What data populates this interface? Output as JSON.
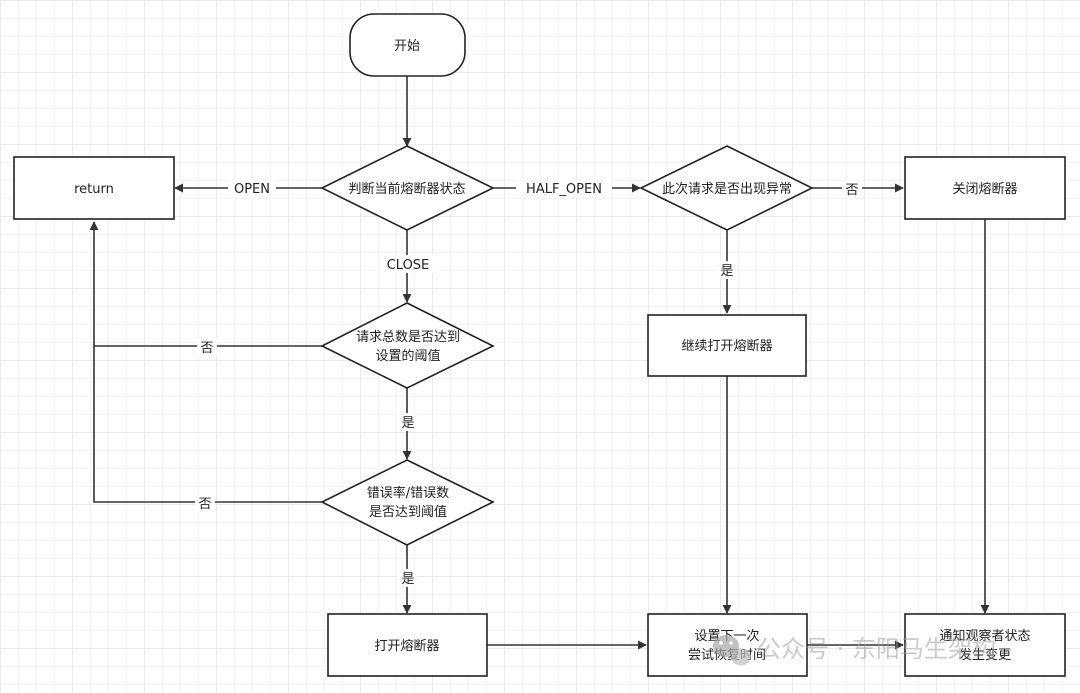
{
  "nodes": {
    "start": "开始",
    "check_state": "判断当前熔断器状态",
    "return": "return",
    "half_open_check": "此次请求是否出现异常",
    "close_breaker": "关闭熔断器",
    "total_check": [
      "请求总数是否达到",
      "设置的阈值"
    ],
    "keep_open": "继续打开熔断器",
    "error_check": [
      "错误率/错误数",
      "是否达到阈值"
    ],
    "open_breaker": "打开熔断器",
    "set_retry": [
      "设置下一次",
      "尝试恢复时间"
    ],
    "notify": [
      "通知观察者状态",
      "发生变更"
    ]
  },
  "edges": {
    "open": "OPEN",
    "half_open": "HALF_OPEN",
    "close": "CLOSE",
    "no_1": "否",
    "yes_1": "是",
    "no_2": "否",
    "yes_2": "是",
    "no_3": "否",
    "yes_3": "是"
  },
  "watermark": "公众号 · 东阳马生架构"
}
